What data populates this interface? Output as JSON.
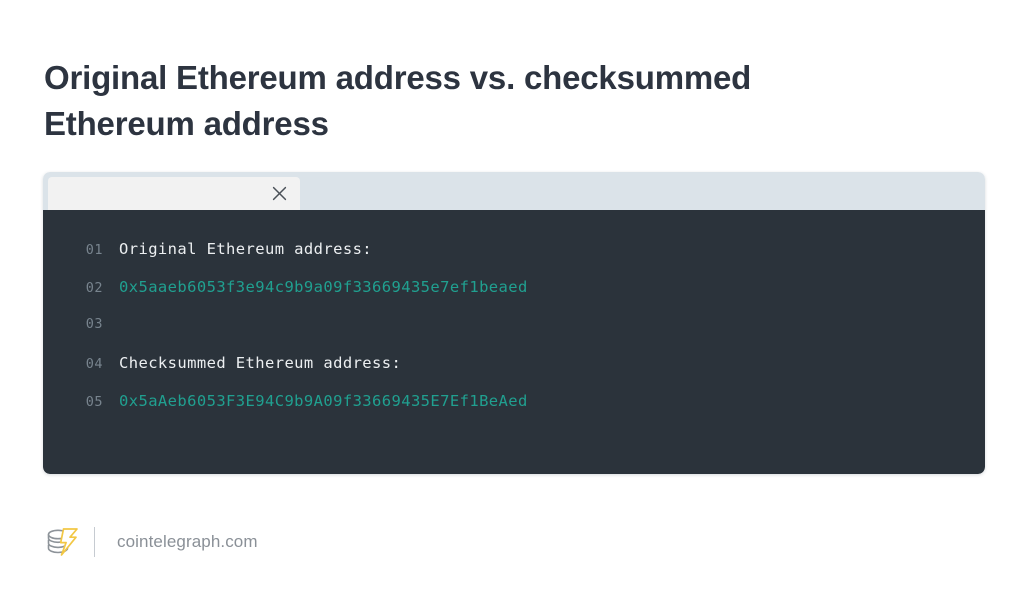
{
  "page": {
    "title": "Original Ethereum address vs. checksummed Ethereum address",
    "background_color": "#ffffff",
    "title_color": "#2d3440"
  },
  "code_window": {
    "header": {
      "background_color": "#dbe3e9",
      "tab": {
        "label": "",
        "background_color": "#f2f2f2",
        "close_icon": "close-icon"
      }
    },
    "body": {
      "background_color": "#2b333b",
      "plain_text_color": "#eceff1",
      "value_text_color": "#20a090",
      "line_number_color": "#78848e",
      "lines": [
        {
          "number": "01",
          "text": "Original Ethereum address:",
          "style": "plain"
        },
        {
          "number": "02",
          "text": "0x5aaeb6053f3e94c9b9a09f33669435e7ef1beaed",
          "style": "value"
        },
        {
          "number": "03",
          "text": "",
          "style": "plain"
        },
        {
          "number": "04",
          "text": "Checksummed Ethereum address:",
          "style": "plain"
        },
        {
          "number": "05",
          "text": "0x5aAeb6053F3E94C9b9A09f33669435E7Ef1BeAed",
          "style": "value"
        }
      ]
    }
  },
  "footer": {
    "logo_icon": "cointelegraph-coins-bolt-logo",
    "logo_coin_color": "#8d9399",
    "logo_bolt_color": "#f2c744",
    "brand_name": "cointelegraph.com",
    "brand_color": "#8a9097"
  }
}
